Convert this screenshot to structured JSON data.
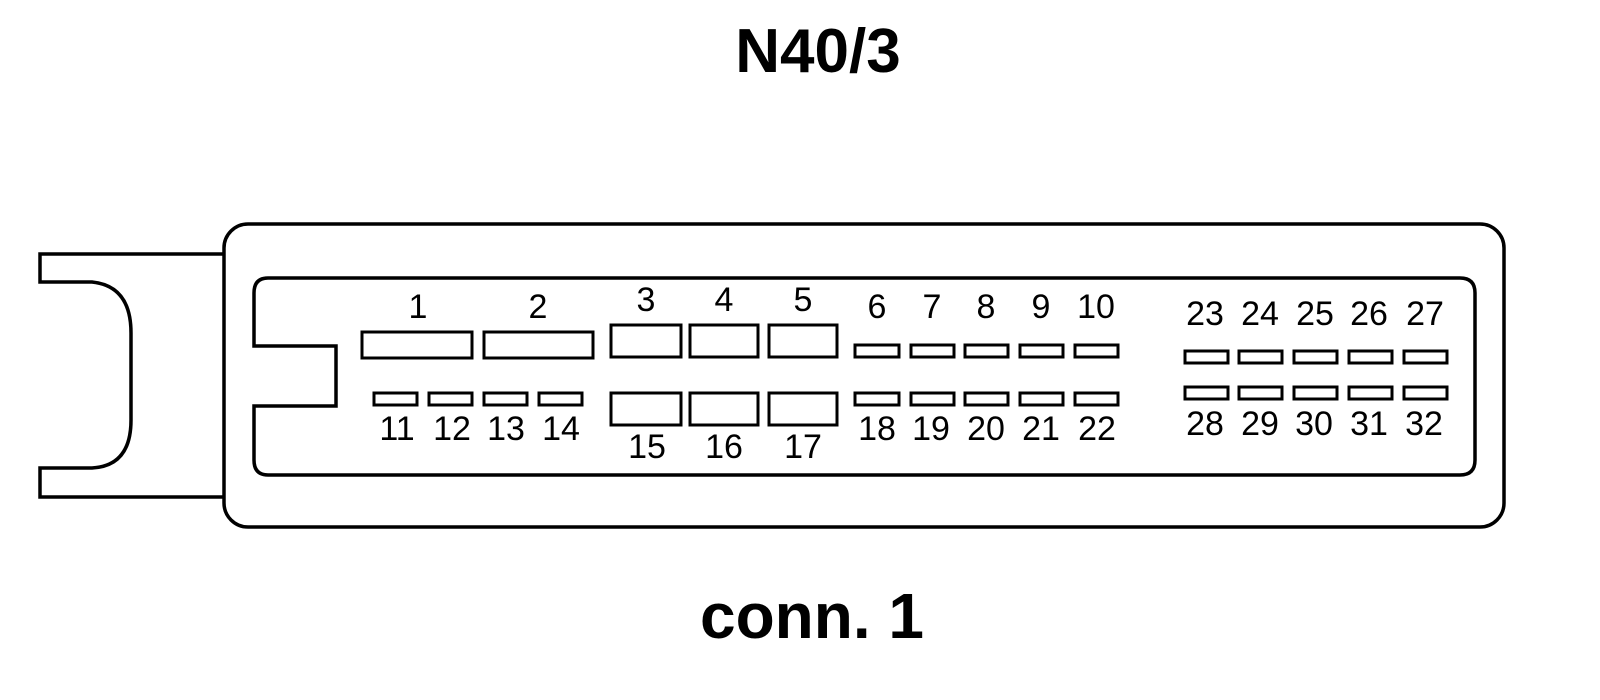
{
  "component_name": "N40/3",
  "connector_label": "conn. 1",
  "pins": [
    {
      "id": "1",
      "size": "large",
      "row": "top"
    },
    {
      "id": "2",
      "size": "large",
      "row": "top"
    },
    {
      "id": "3",
      "size": "medium",
      "row": "top"
    },
    {
      "id": "4",
      "size": "medium",
      "row": "top"
    },
    {
      "id": "5",
      "size": "medium",
      "row": "top"
    },
    {
      "id": "6",
      "size": "small",
      "row": "top"
    },
    {
      "id": "7",
      "size": "small",
      "row": "top"
    },
    {
      "id": "8",
      "size": "small",
      "row": "top"
    },
    {
      "id": "9",
      "size": "small",
      "row": "top"
    },
    {
      "id": "10",
      "size": "small",
      "row": "top"
    },
    {
      "id": "11",
      "size": "small",
      "row": "bottom"
    },
    {
      "id": "12",
      "size": "small",
      "row": "bottom"
    },
    {
      "id": "13",
      "size": "small",
      "row": "bottom"
    },
    {
      "id": "14",
      "size": "small",
      "row": "bottom"
    },
    {
      "id": "15",
      "size": "medium",
      "row": "bottom"
    },
    {
      "id": "16",
      "size": "medium",
      "row": "bottom"
    },
    {
      "id": "17",
      "size": "medium",
      "row": "bottom"
    },
    {
      "id": "18",
      "size": "small",
      "row": "bottom"
    },
    {
      "id": "19",
      "size": "small",
      "row": "bottom"
    },
    {
      "id": "20",
      "size": "small",
      "row": "bottom"
    },
    {
      "id": "21",
      "size": "small",
      "row": "bottom"
    },
    {
      "id": "22",
      "size": "small",
      "row": "bottom"
    },
    {
      "id": "23",
      "size": "small",
      "row": "top"
    },
    {
      "id": "24",
      "size": "small",
      "row": "top"
    },
    {
      "id": "25",
      "size": "small",
      "row": "top"
    },
    {
      "id": "26",
      "size": "small",
      "row": "top"
    },
    {
      "id": "27",
      "size": "small",
      "row": "top"
    },
    {
      "id": "28",
      "size": "small",
      "row": "bottom"
    },
    {
      "id": "29",
      "size": "small",
      "row": "bottom"
    },
    {
      "id": "30",
      "size": "small",
      "row": "bottom"
    },
    {
      "id": "31",
      "size": "small",
      "row": "bottom"
    },
    {
      "id": "32",
      "size": "small",
      "row": "bottom"
    }
  ]
}
